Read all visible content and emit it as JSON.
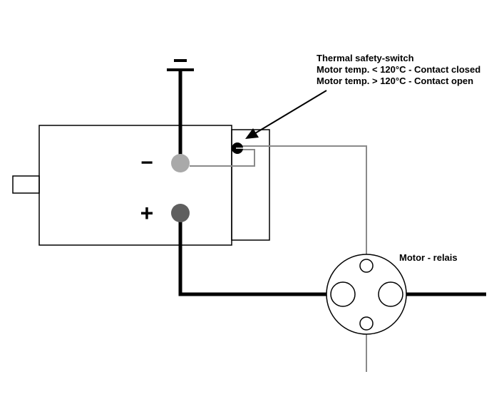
{
  "annotation": {
    "line1": "Thermal safety-switch",
    "line2": "Motor temp. < 120°C - Contact closed",
    "line3": "Motor temp. > 120°C - Contact open"
  },
  "relay": {
    "label": "Motor - relais"
  },
  "terminals": {
    "minus_sign": "−",
    "plus_sign": "+"
  },
  "colors": {
    "thick_wire": "#000000",
    "thin_wire": "#8a8a8a",
    "minus_terminal": "#a9a9a9",
    "plus_terminal": "#5f5f5f",
    "outline": "#000000"
  }
}
